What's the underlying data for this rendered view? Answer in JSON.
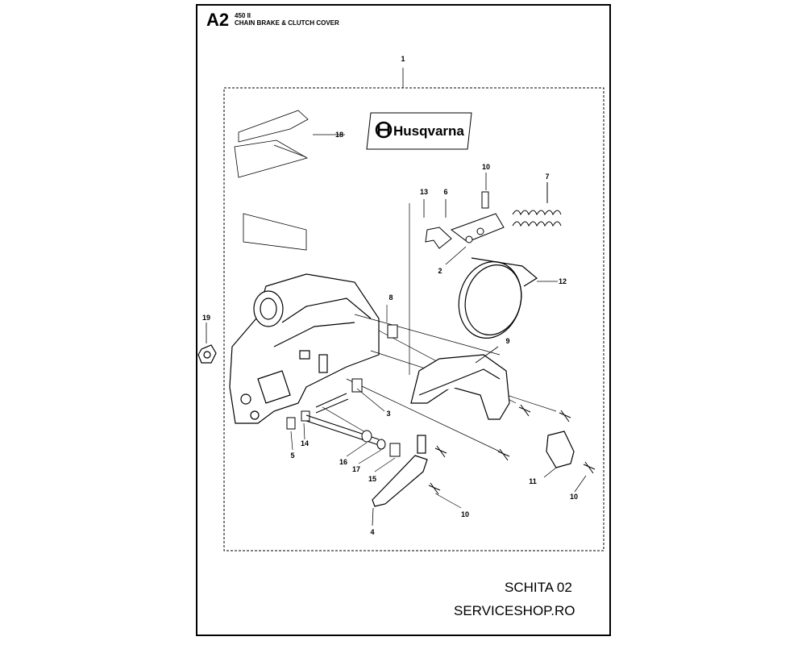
{
  "header": {
    "code": "A2",
    "model": "450 II",
    "subtitle": "CHAIN BRAKE & CLUTCH COVER"
  },
  "logo": {
    "text": "Husqvarna"
  },
  "callouts": {
    "c1": "1",
    "c18": "18",
    "c10a": "10",
    "c7": "7",
    "c13": "13",
    "c6": "6",
    "c2": "2",
    "c12": "12",
    "c8": "8",
    "c19": "19",
    "c9": "9",
    "c3": "3",
    "c14": "14",
    "c5": "5",
    "c16": "16",
    "c17": "17",
    "c15": "15",
    "c10b": "10",
    "c11": "11",
    "c10c": "10",
    "c4": "4"
  },
  "footer": {
    "line1": "SCHITA 02",
    "line2": "SERVICESHOP.RO"
  }
}
